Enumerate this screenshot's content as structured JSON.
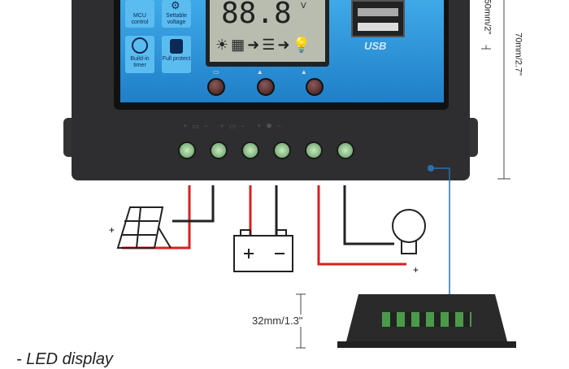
{
  "controller": {
    "features": [
      {
        "label": "MCU control",
        "icon": "chip-icon"
      },
      {
        "label": "Settable voltage",
        "icon": "gear-icon"
      },
      {
        "label": "Build-in timer",
        "icon": "clock-icon"
      },
      {
        "label": "Full protect",
        "icon": "lock-icon"
      }
    ],
    "lcd_digits": "88.8",
    "lcd_unit": "V",
    "usb_logo": "USB",
    "accent_color": "#2a93dc"
  },
  "dimensions": {
    "height_full": "70mm/2.7\"",
    "height_panel": "50mm/2\"",
    "depth": "32mm/1.3\""
  },
  "feature_list": [
    "- LED display"
  ],
  "wiring": {
    "plus": "+",
    "minus": "−"
  }
}
